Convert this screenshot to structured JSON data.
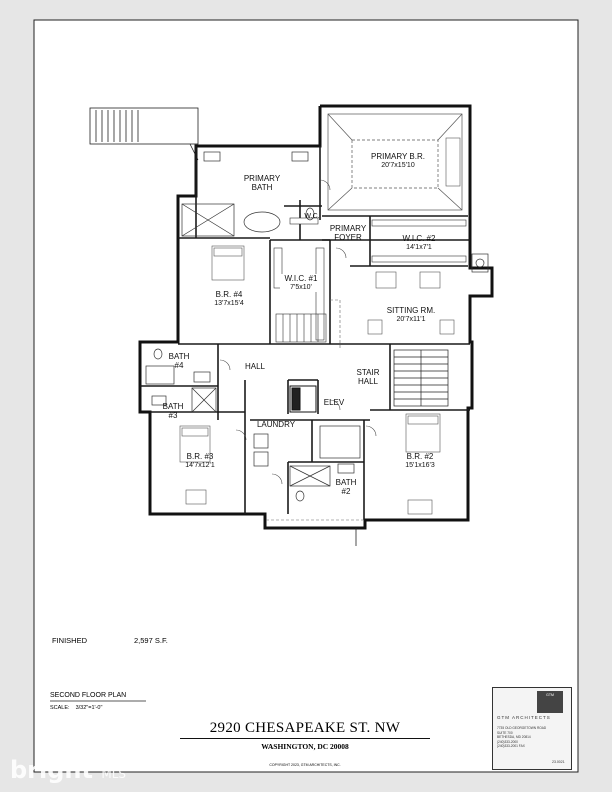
{
  "rooms": {
    "primary_br": {
      "name": "PRIMARY B.R.",
      "dim": "20'7x15'10"
    },
    "primary_bath": {
      "line1": "PRIMARY",
      "line2": "BATH"
    },
    "wc": {
      "name": "W.C."
    },
    "primary_foyer": {
      "line1": "PRIMARY",
      "line2": "FOYER"
    },
    "wic2": {
      "name": "W.I.C. #2",
      "dim": "14'1x7'1"
    },
    "br4": {
      "name": "B.R. #4",
      "dim": "13'7x15'4"
    },
    "wic1": {
      "name": "W.I.C. #1",
      "dim": "7'5x10'"
    },
    "sitting": {
      "name": "SITTING RM.",
      "dim": "20'7x11'1"
    },
    "bath4": {
      "line1": "BATH",
      "line2": "#4"
    },
    "hall": {
      "name": "HALL"
    },
    "stair_hall": {
      "line1": "STAIR",
      "line2": "HALL"
    },
    "bath3": {
      "line1": "BATH",
      "line2": "#3"
    },
    "elev": {
      "name": "ELEV"
    },
    "laundry": {
      "name": "LAUNDRY"
    },
    "br3": {
      "name": "B.R. #3",
      "dim": "14'7x12'1"
    },
    "br2": {
      "name": "B.R. #2",
      "dim": "15'1x16'3"
    },
    "bath2": {
      "line1": "BATH",
      "line2": "#2"
    }
  },
  "summary": {
    "finished_label": "FINISHED",
    "finished_value": "2,597 S.F."
  },
  "drawing": {
    "title": "SECOND FLOOR PLAN",
    "scale_label": "SCALE:",
    "scale_value": "3/32\"=1'-0\""
  },
  "project": {
    "address": "2920 CHESAPEAKE ST. NW",
    "city": "WASHINGTON,  DC 20008",
    "copyright": "COPYRIGHT 2023, GTM ARCHITECTS, INC."
  },
  "title_block": {
    "logo": "GTM",
    "firm": "GTM ARCHITECTS",
    "address_lines": "7735 OLD GEORGETOWN ROAD\nSUITE 700\nBETHESDA, MD 20814\n(240)333-2000\n(240)333-2001 FAX",
    "sheet": "23.0021"
  },
  "watermark": {
    "brand": "bright",
    "suffix": "MLS"
  },
  "colors": {
    "background": "#e6e6e6",
    "paper": "#ffffff",
    "line": "#1a1a1a"
  }
}
